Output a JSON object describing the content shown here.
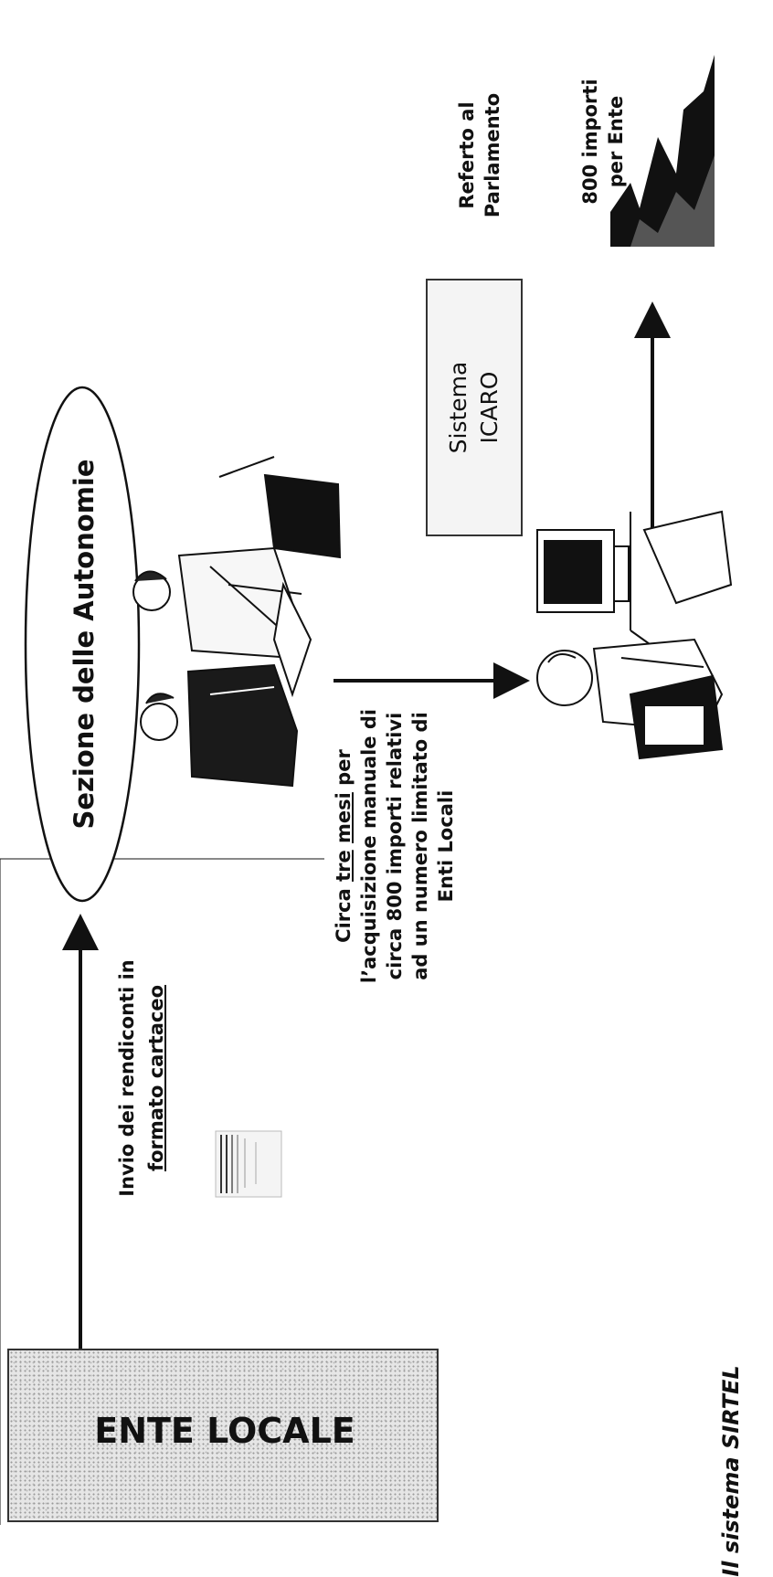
{
  "ente_locale": {
    "label": "ENTE LOCALE"
  },
  "invio": {
    "line1": "Invio dei rendiconti in",
    "line2": "formato cartaceo"
  },
  "sezione": {
    "label": "Sezione delle Autonomie"
  },
  "circa": {
    "line1_pre": "Circa ",
    "line1_tre": "tre",
    "line1_sp": " ",
    "line1_mesi": "mesi",
    "line1_post": " per",
    "line2": "l’acquisizione manuale di",
    "line3": "circa 800 importi relativi",
    "line4": "ad un numero limitato di",
    "line5": "Enti Locali"
  },
  "icaro": {
    "line1": "Sistema",
    "line2": "ICARO"
  },
  "referto": {
    "line1": "Referto al",
    "line2": "Parlamento"
  },
  "importi": {
    "line1": "800 importi",
    "line2": "per Ente"
  },
  "footer": {
    "label": "Il sistema SIRTEL"
  }
}
